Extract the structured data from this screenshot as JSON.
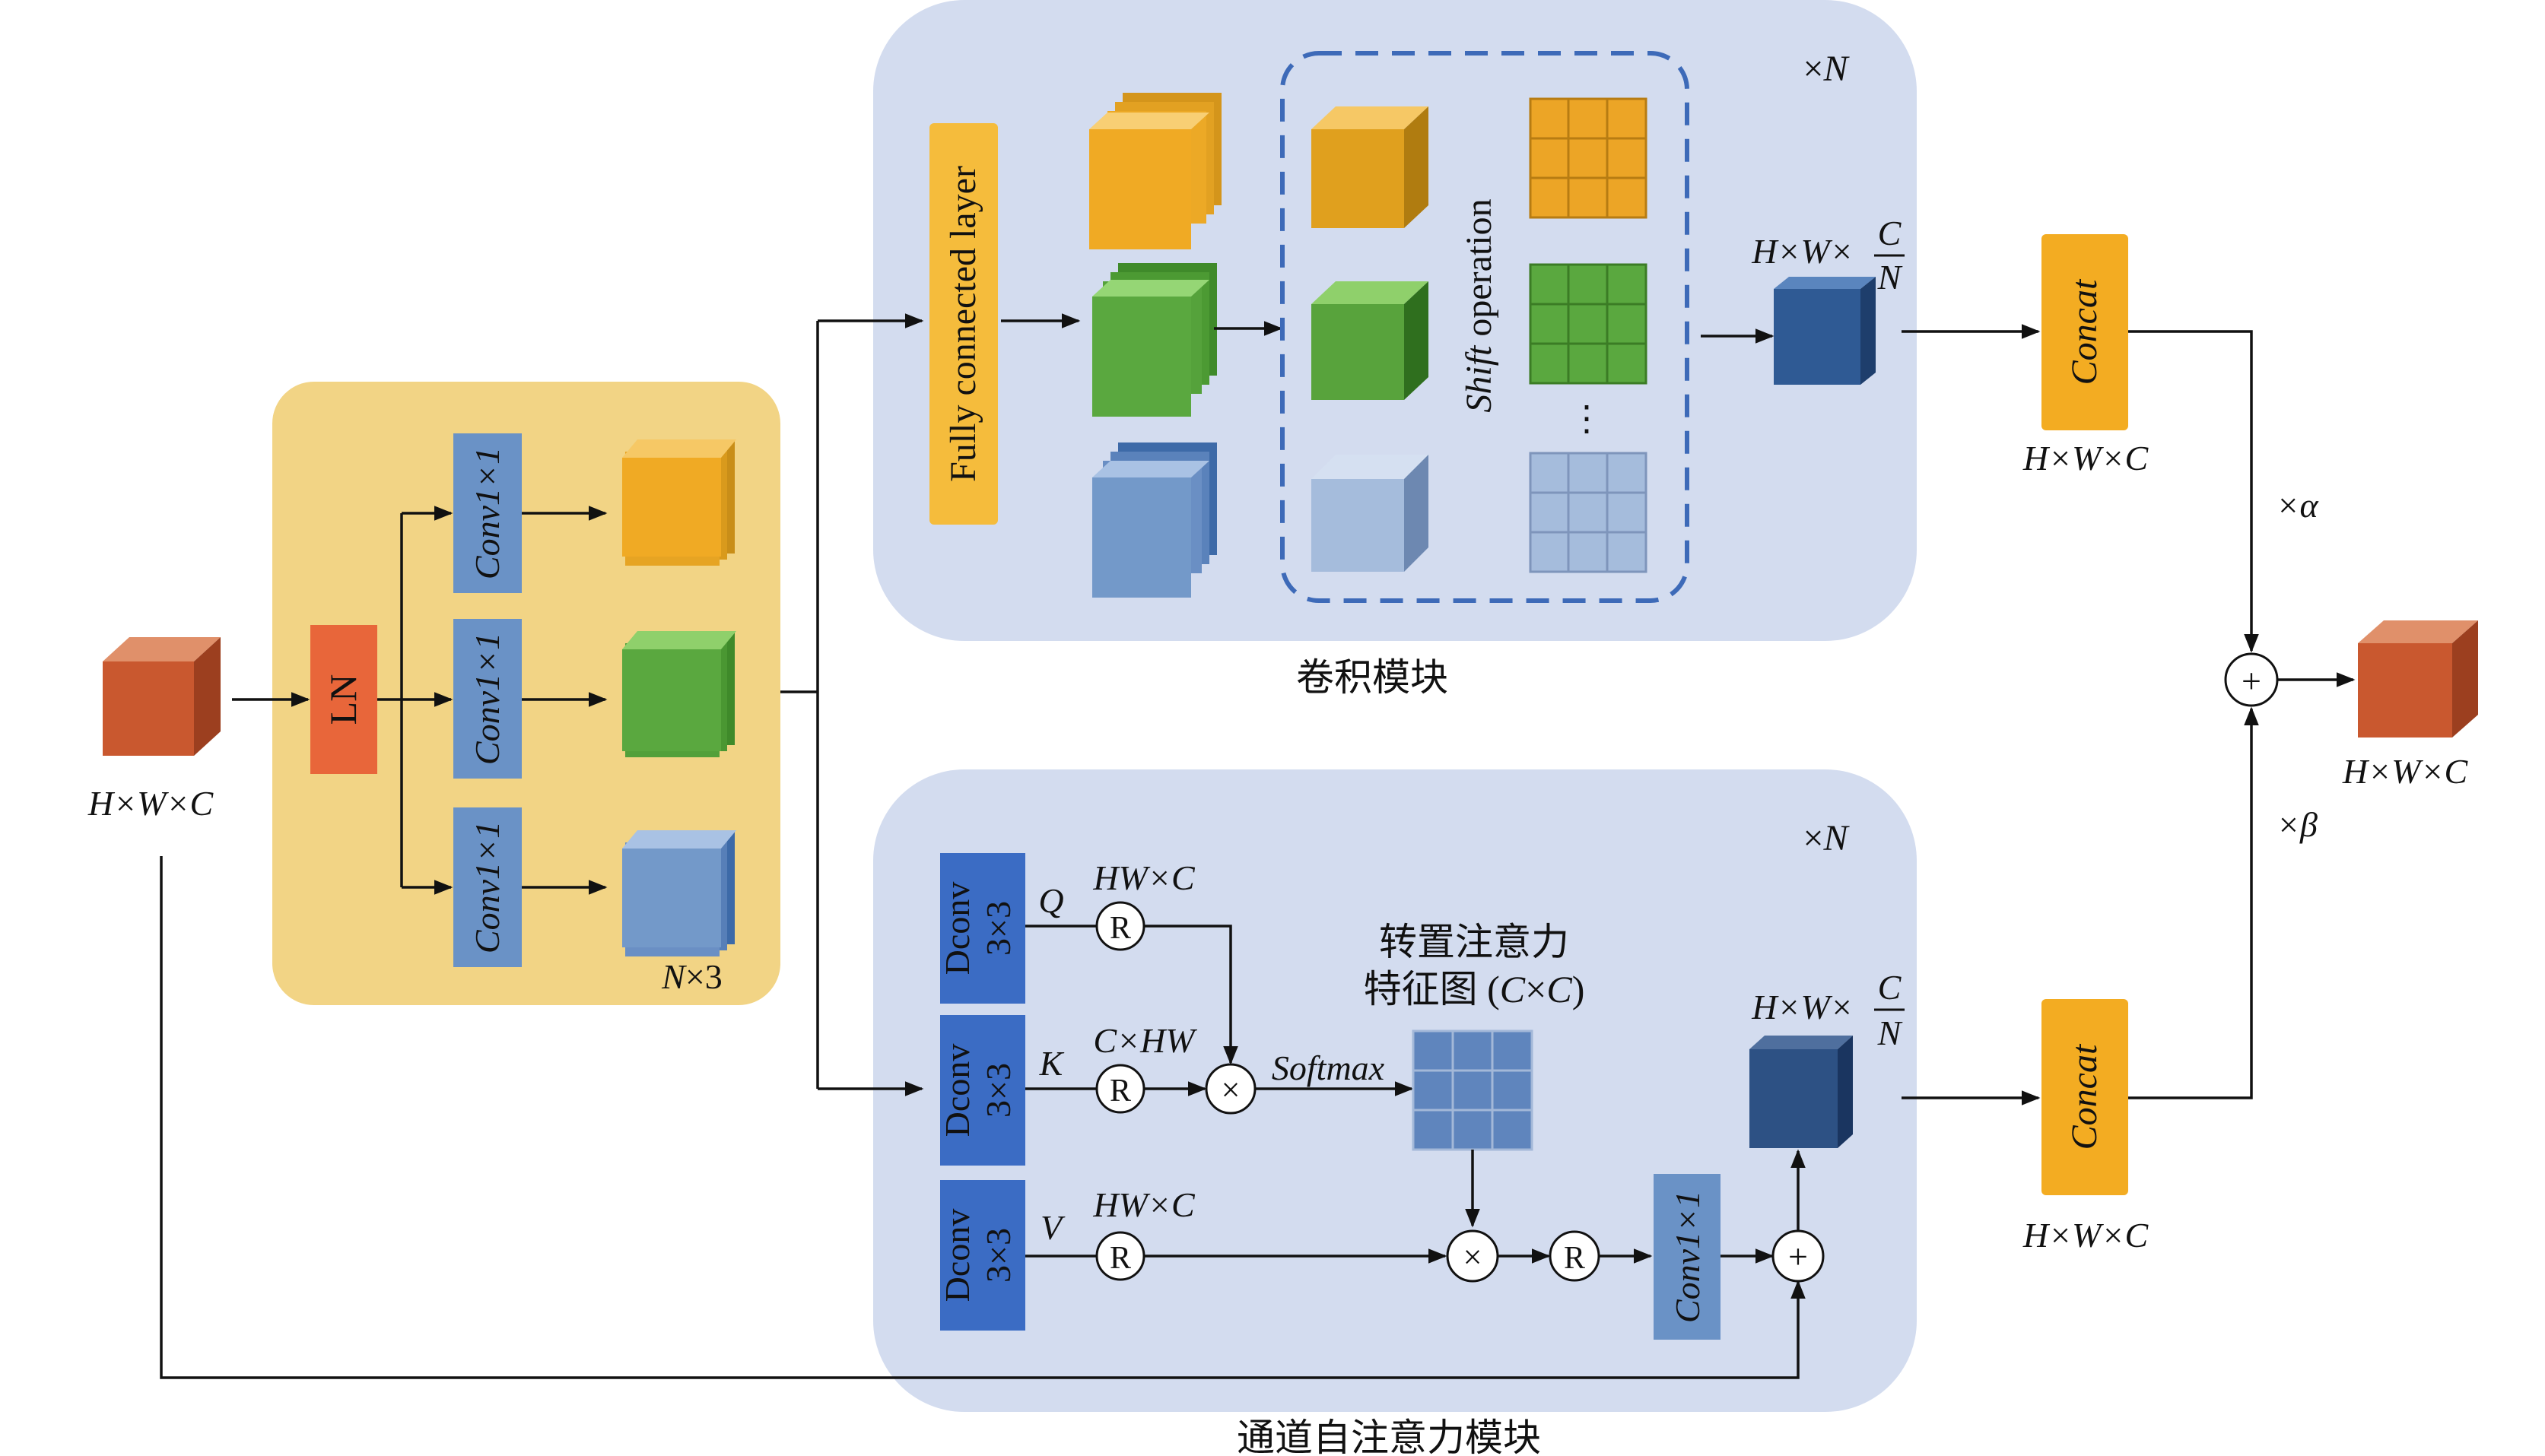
{
  "input": {
    "dims": "H×W×C"
  },
  "ln_block": {
    "ln_label": "LN",
    "conv_labels": [
      "Conv1×1",
      "Conv1×1",
      "Conv1×1"
    ],
    "repeat_label": "N×3"
  },
  "conv_module": {
    "title": "卷积模块",
    "repeat": "×N",
    "fc_label": "Fully connected layer",
    "shift_label": "Shift operation",
    "dots": "⋮",
    "out_dims_prefix": "H×W×",
    "out_frac_num": "C",
    "out_frac_den": "N"
  },
  "attention_module": {
    "title": "通道自注意力模块",
    "repeat": "×N",
    "dconv_label": "Dconv",
    "dconv_kernel": "3×3",
    "q_label": "Q",
    "k_label": "K",
    "v_label": "V",
    "q_dims": "HW×C",
    "k_dims": "C×HW",
    "v_dims": "HW×C",
    "reshape_symbol": "R",
    "multiply_symbol": "×",
    "add_symbol": "+",
    "softmax_label": "Softmax",
    "map_title_line1": "转置注意力",
    "map_title_line2": "特征图 (C×C)",
    "conv_label": "Conv1×1",
    "out_dims_prefix": "H×W×",
    "out_frac_num": "C",
    "out_frac_den": "N"
  },
  "fusion": {
    "concat_label": "Concat",
    "concat_dims_top": "H×W×C",
    "concat_dims_bottom": "H×W×C",
    "alpha_label": "×α",
    "beta_label": "×β",
    "sum_symbol": "+",
    "output_dims": "H×W×C"
  },
  "colors": {
    "orange_cube": "#c9582f",
    "yellow_panel": "#f2d485",
    "blue_panel": "#d3dcef",
    "ln_orange": "#e8663a",
    "conv_blue": "#6a92c6",
    "gold": "#f0aa24",
    "green": "#5aa83f",
    "light_blue": "#7399c9",
    "dark_blue": "#2f5a94",
    "dconv_blue": "#3b6cc4",
    "concat_orange": "#f3ac22",
    "dash_blue": "#3d6ab8"
  }
}
